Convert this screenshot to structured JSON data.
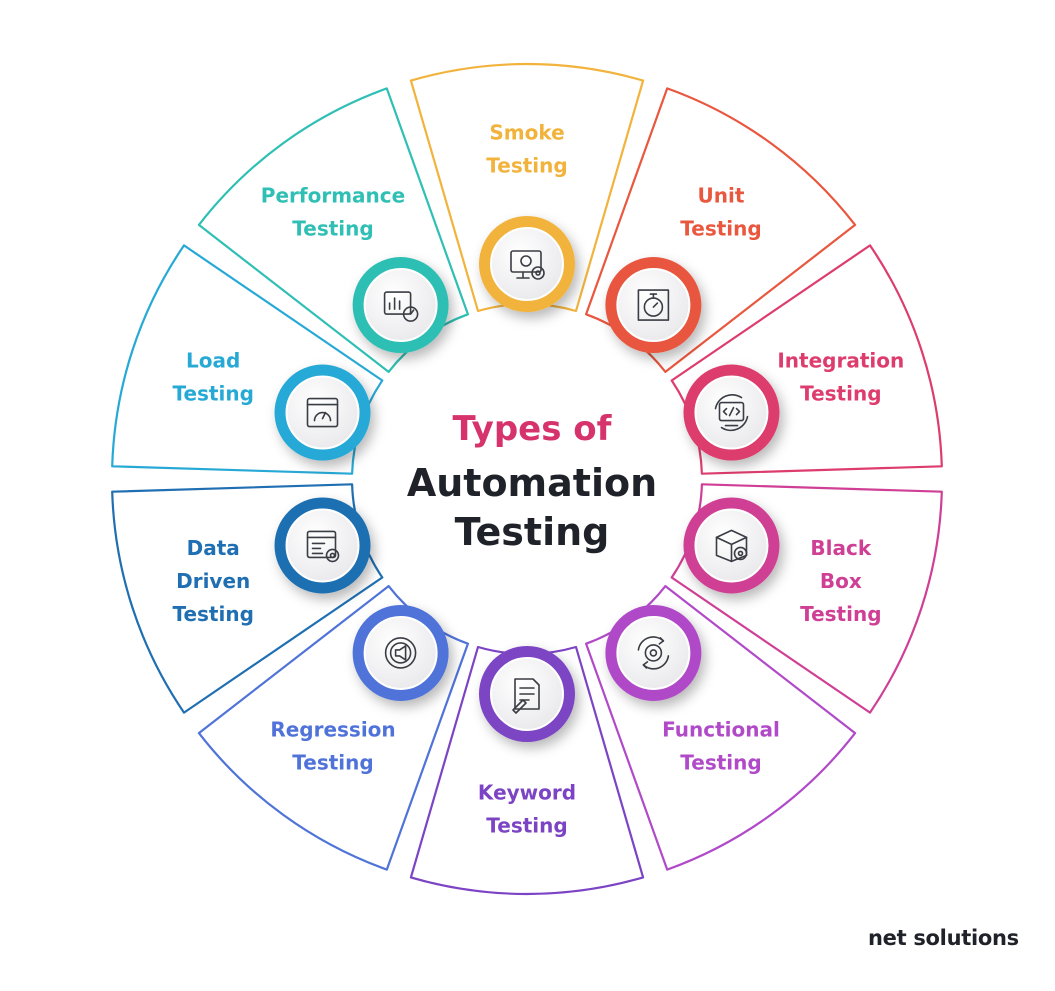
{
  "title": {
    "line1": "Types of",
    "line2": "Automation",
    "line3": "Testing"
  },
  "brand": "net solutions",
  "segments": [
    {
      "lines": [
        "Smoke",
        "Testing"
      ],
      "color": "#f2b33c",
      "icon": "monitor-gear-icon"
    },
    {
      "lines": [
        "Unit",
        "Testing"
      ],
      "color": "#e9573f",
      "icon": "timer-frame-icon"
    },
    {
      "lines": [
        "Integration",
        "Testing"
      ],
      "color": "#dd3c6d",
      "icon": "code-monitor-sync-icon"
    },
    {
      "lines": [
        "Black",
        "Box",
        "Testing"
      ],
      "color": "#cf3f95",
      "icon": "box-gear-icon"
    },
    {
      "lines": [
        "Functional",
        "Testing"
      ],
      "color": "#b04ac8",
      "icon": "gear-cycle-icon"
    },
    {
      "lines": [
        "Keyword",
        "Testing"
      ],
      "color": "#7c44c4",
      "icon": "document-pen-icon"
    },
    {
      "lines": [
        "Regression",
        "Testing"
      ],
      "color": "#4f73d9",
      "icon": "gear-megaphone-icon"
    },
    {
      "lines": [
        "Data",
        "Driven",
        "Testing"
      ],
      "color": "#1f6fb2",
      "icon": "code-window-gear-icon"
    },
    {
      "lines": [
        "Load",
        "Testing"
      ],
      "color": "#27a9d6",
      "icon": "gauge-window-icon"
    },
    {
      "lines": [
        "Performance",
        "Testing"
      ],
      "color": "#2fbfb4",
      "icon": "chart-gauge-icon"
    }
  ]
}
